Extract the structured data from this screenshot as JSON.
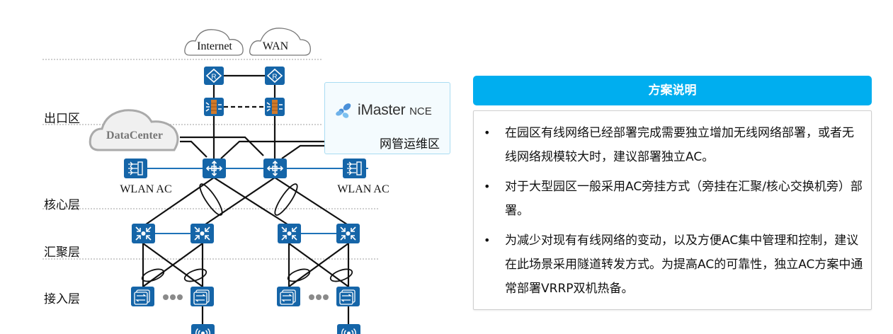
{
  "diagram": {
    "zones": [
      {
        "id": "exit",
        "label": "出口区"
      },
      {
        "id": "core",
        "label": "核心层"
      },
      {
        "id": "aggregation",
        "label": "汇聚层"
      },
      {
        "id": "access",
        "label": "接入层"
      }
    ],
    "clouds": {
      "internet": "Internet",
      "wan": "WAN",
      "datacenter": "DataCenter"
    },
    "devices": {
      "wlan_ac_left": "WLAN AC",
      "wlan_ac_right": "WLAN AC"
    },
    "management": {
      "product_main": "iMaster",
      "product_sub": "NCE",
      "zone_label": "网管运维区"
    },
    "colors": {
      "device_blue": "#1565a8",
      "link_blue": "#1e72b8",
      "firewall_orange": "#d07a2c",
      "panel_header": "#00aeef"
    }
  },
  "panel": {
    "title": "方案说明",
    "items": [
      {
        "text": "在园区有线网络已经部署完成需要独立增加无线网络部署，或者无线网络规模较大时，建议部署独立AC。"
      },
      {
        "text": "对于大型园区一般采用AC旁挂方式（旁挂在汇聚/核心交换机旁）部署。"
      },
      {
        "text": "为减少对现有有线网络的变动，以及方便AC集中管理和控制，建议在此场景采用隧道转发方式。为提高AC的可靠性，独立AC方案中通常部署VRRP双机热备。"
      }
    ]
  }
}
